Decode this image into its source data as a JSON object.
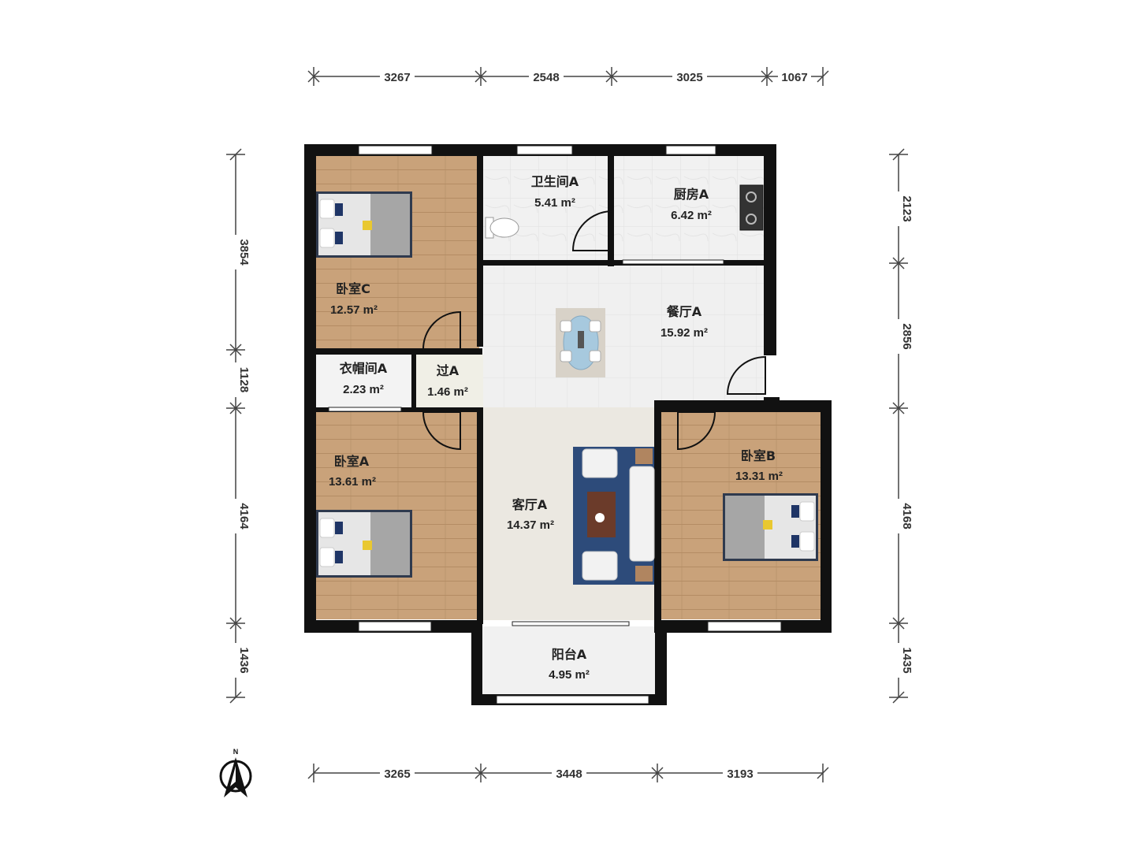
{
  "rooms": {
    "bathroom_a": {
      "name": "卫生间A",
      "area": "5.41 m²"
    },
    "kitchen_a": {
      "name": "厨房A",
      "area": "6.42 m²"
    },
    "bedroom_c": {
      "name": "卧室C",
      "area": "12.57 m²"
    },
    "dining_a": {
      "name": "餐厅A",
      "area": "15.92 m²"
    },
    "cloakroom_a": {
      "name": "衣帽间A",
      "area": "2.23 m²"
    },
    "passage_a": {
      "name": "过A",
      "area": "1.46 m²"
    },
    "bedroom_a": {
      "name": "卧室A",
      "area": "13.61 m²"
    },
    "living_a": {
      "name": "客厅A",
      "area": "14.37 m²"
    },
    "bedroom_b": {
      "name": "卧室B",
      "area": "13.31 m²"
    },
    "balcony_a": {
      "name": "阳台A",
      "area": "4.95 m²"
    }
  },
  "dimensions": {
    "top": [
      "3267",
      "2548",
      "3025",
      "1067"
    ],
    "bottom": [
      "3265",
      "3448",
      "3193"
    ],
    "left": [
      "3854",
      "1128",
      "4164",
      "1436"
    ],
    "right": [
      "2123",
      "2856",
      "4168",
      "1435"
    ]
  },
  "compass": {
    "label": "N"
  },
  "colors": {
    "wood": "#c9a27a",
    "tile": "#eeeeee",
    "wall": "#111111",
    "rug": "#2d4b7a"
  }
}
